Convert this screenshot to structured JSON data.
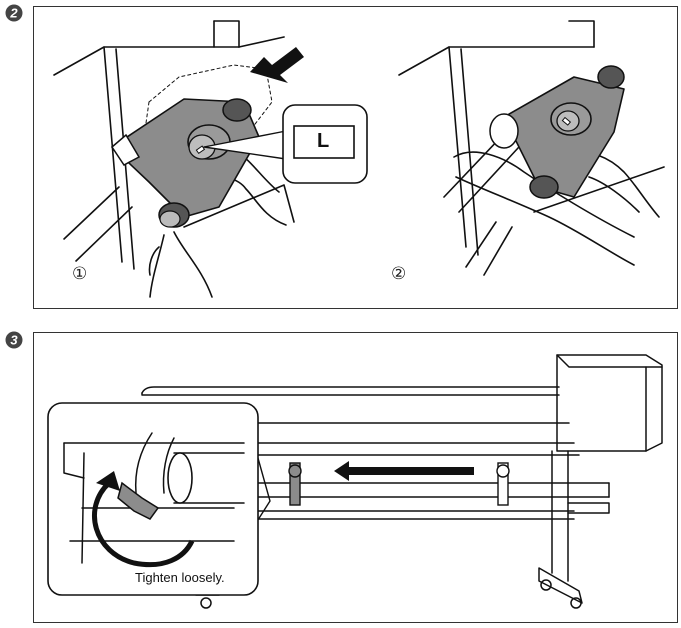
{
  "steps": {
    "step2": {
      "badge": "2"
    },
    "step3": {
      "badge": "3"
    }
  },
  "panel2": {
    "sub_left": "①",
    "sub_right": "②",
    "callout_label": "L"
  },
  "panel3": {
    "caption": "Tighten loosely."
  },
  "colors": {
    "holder_gray": "#8c8c8c",
    "ink": "#111111",
    "badge": "#444444"
  },
  "icons": [
    "step-number-badge-icon",
    "push-arrow-icon",
    "rotate-arrow-icon",
    "slide-left-arrow-icon"
  ]
}
